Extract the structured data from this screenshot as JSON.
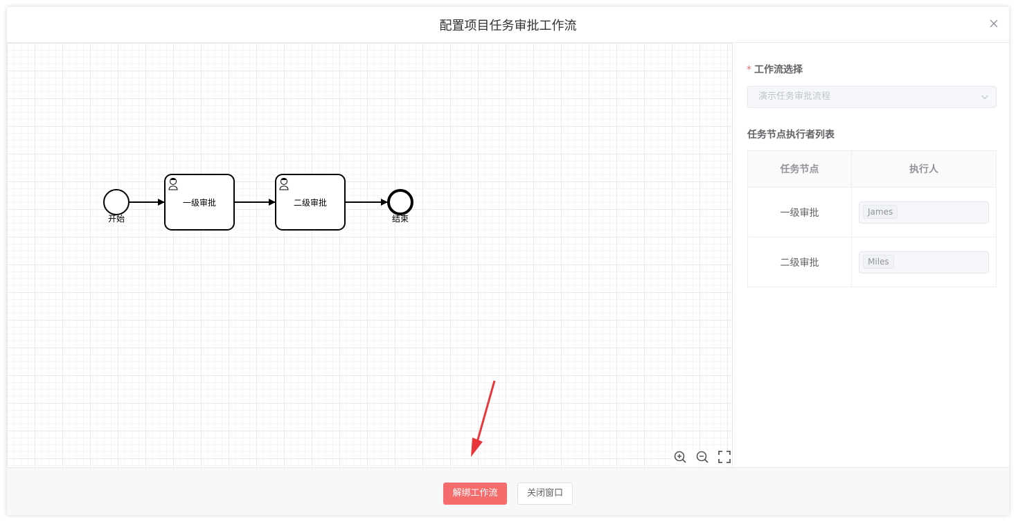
{
  "dialog": {
    "title": "配置项目任务审批工作流"
  },
  "diagram": {
    "start_label": "开始",
    "task1_label": "一级审批",
    "task2_label": "二级审批",
    "end_label": "结束"
  },
  "panel": {
    "workflow_label": "工作流选择",
    "workflow_value": "演示任务审批流程",
    "section_title": "任务节点执行者列表",
    "table": {
      "headers": [
        "任务节点",
        "执行人"
      ],
      "rows": [
        {
          "node": "一级审批",
          "assignee": "James"
        },
        {
          "node": "二级审批",
          "assignee": "Miles"
        }
      ]
    }
  },
  "footer": {
    "unbind_label": "解绑工作流",
    "close_label": "关闭窗口"
  },
  "icons": {
    "close": "close-icon",
    "zoom_in": "zoom-in-icon",
    "zoom_out": "zoom-out-icon",
    "fullscreen": "fullscreen-icon",
    "user_task": "user-icon"
  },
  "colors": {
    "primary_button": "#f56c6c",
    "required_asterisk": "#f56c6c",
    "annotation_arrow": "#e8373a"
  }
}
